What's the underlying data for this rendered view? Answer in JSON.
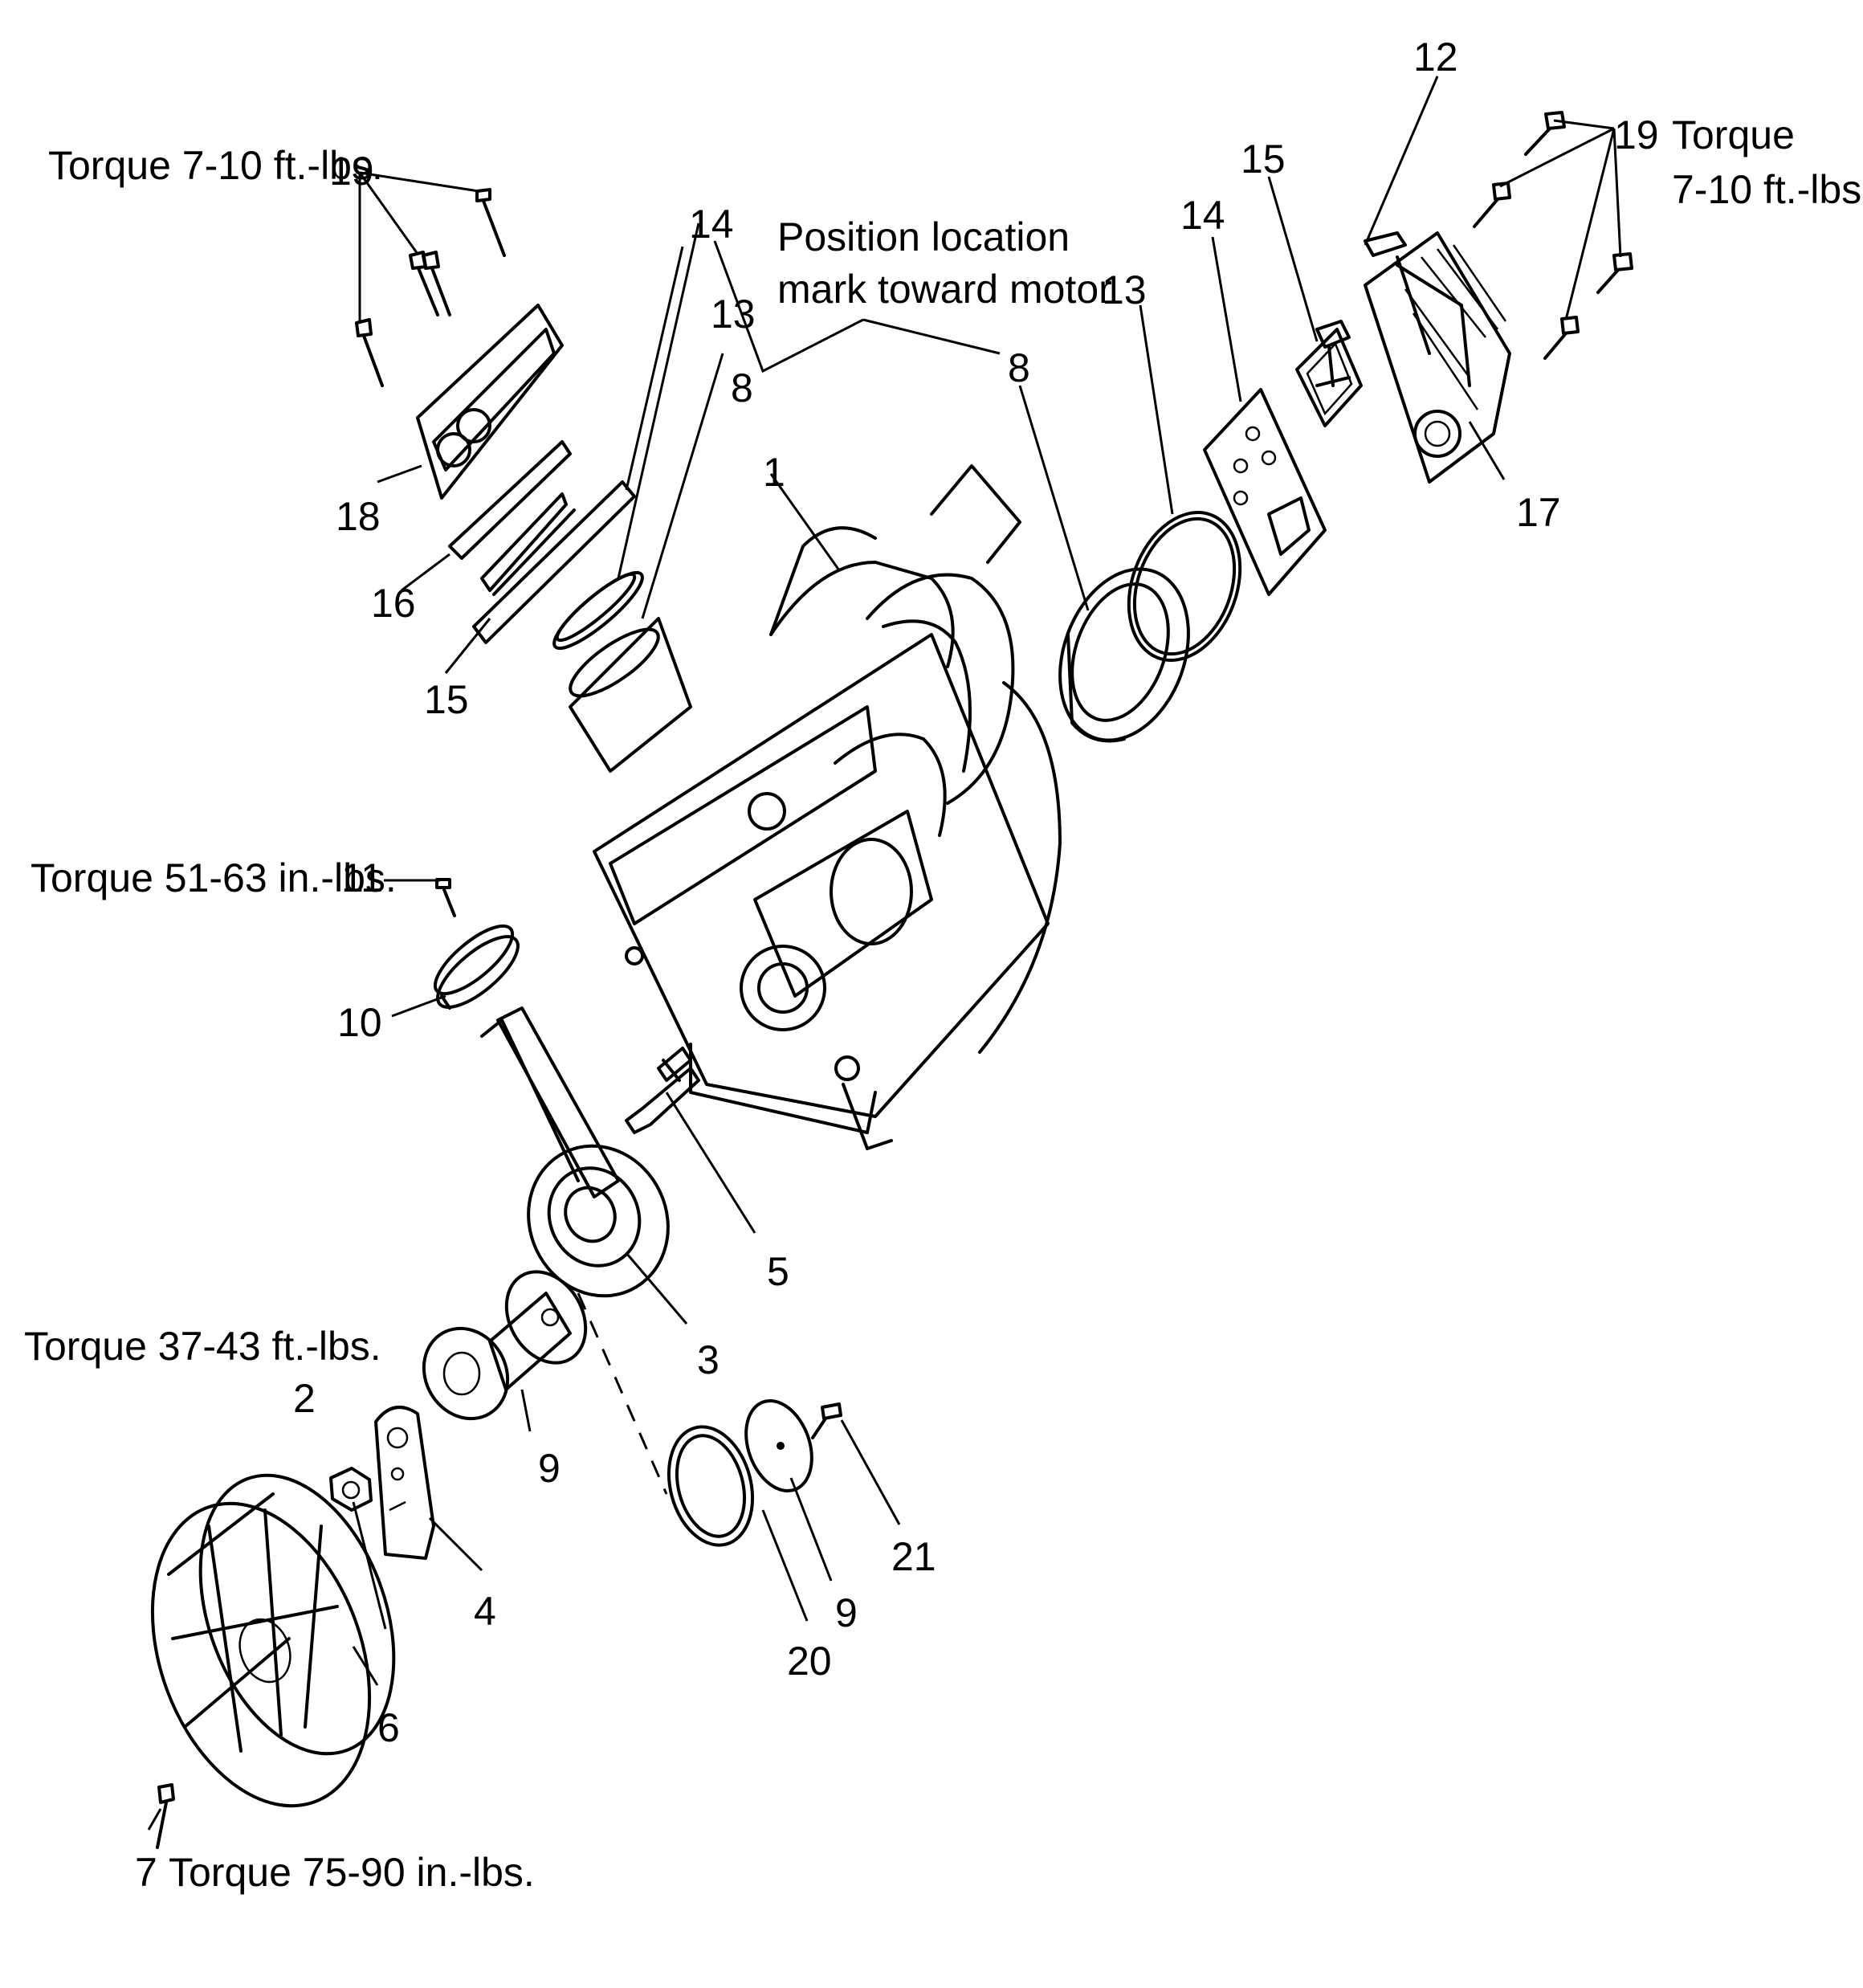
{
  "callouts": {
    "n1": "1",
    "n2": "2",
    "n3": "3",
    "n4": "4",
    "n5": "5",
    "n6": "6",
    "n7": "7",
    "n8a": "8",
    "n8b": "8",
    "n9a": "9",
    "n9b": "9",
    "n10": "10",
    "n11": "11",
    "n12": "12",
    "n13a": "13",
    "n13b": "13",
    "n14a": "14",
    "n14b": "14",
    "n15a": "15",
    "n15b": "15",
    "n16": "16",
    "n17": "17",
    "n18": "18",
    "n19a": "19",
    "n19b": "19",
    "n20": "20",
    "n21": "21"
  },
  "notes": {
    "torque_19_left": "Torque 7-10 ft.-lbs.",
    "torque_19_right_1": "Torque",
    "torque_19_right_2": "7-10 ft.-lbs.",
    "position_1": "Position location",
    "position_2": "mark toward motor",
    "torque_11": "Torque 51-63 in.-lbs.",
    "torque_2": "Torque 37-43 ft.-lbs.",
    "torque_7": "Torque 75-90 in.-lbs."
  }
}
